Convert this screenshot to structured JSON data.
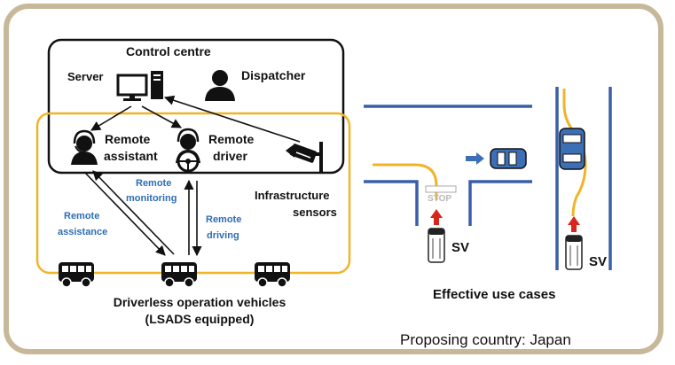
{
  "control_centre": {
    "title": "Control centre",
    "server_label": "Server",
    "dispatcher_label": "Dispatcher"
  },
  "remote": {
    "assistant_line1": "Remote",
    "assistant_line2": "assistant",
    "driver_line1": "Remote",
    "driver_line2": "driver"
  },
  "infrastructure": {
    "line1": "Infrastructure",
    "line2": "sensors"
  },
  "links": {
    "monitoring_line1": "Remote",
    "monitoring_line2": "monitoring",
    "assistance_line1": "Remote",
    "assistance_line2": "assistance",
    "driving_line1": "Remote",
    "driving_line2": "driving"
  },
  "vehicles": {
    "line1": "Driverless operation vehicles",
    "line2": "(LSADS equipped)"
  },
  "use_cases": {
    "stop_sign": "STOP",
    "sv_left": "SV",
    "sv_right": "SV",
    "caption": "Effective use cases"
  },
  "footer": {
    "proposing_country": "Proposing country: Japan"
  },
  "colors": {
    "frame_border": "#c8b89a",
    "orange_box": "#f0b429",
    "road": "#3a5fa8",
    "lane": "#f0b429",
    "link_text": "#2e6db5",
    "stop_arrow": "#d9261c"
  }
}
